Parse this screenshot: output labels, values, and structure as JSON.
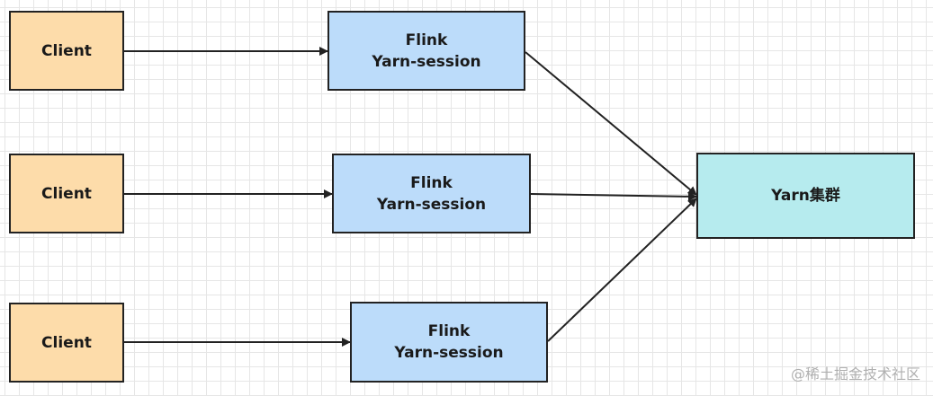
{
  "diagram": {
    "clients": [
      {
        "label": "Client"
      },
      {
        "label": "Client"
      },
      {
        "label": "Client"
      }
    ],
    "sessions": [
      {
        "line1": "Flink",
        "line2": "Yarn-session"
      },
      {
        "line1": "Flink",
        "line2": "Yarn-session"
      },
      {
        "line1": "Flink",
        "line2": "Yarn-session"
      }
    ],
    "cluster": {
      "label": "Yarn集群"
    },
    "edges": [
      {
        "from": "client-1",
        "to": "session-1"
      },
      {
        "from": "client-2",
        "to": "session-2"
      },
      {
        "from": "client-3",
        "to": "session-3"
      },
      {
        "from": "session-1",
        "to": "yarn-cluster"
      },
      {
        "from": "session-2",
        "to": "yarn-cluster"
      },
      {
        "from": "session-3",
        "to": "yarn-cluster"
      }
    ],
    "colors": {
      "client_fill": "#fddcaa",
      "session_fill": "#bcdcfa",
      "cluster_fill": "#b6ebee",
      "stroke": "#222222",
      "grid": "#e6e6e6"
    }
  },
  "watermark": "@稀土掘金技术社区"
}
